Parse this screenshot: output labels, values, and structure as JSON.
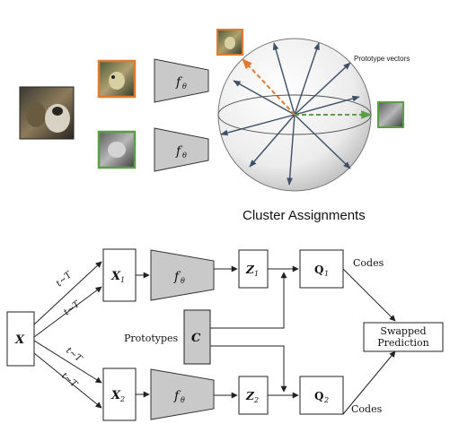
{
  "top": {
    "prototype_label": "Prototype vectors",
    "cluster_title": "Cluster Assignments",
    "encoder_label_top": "f",
    "encoder_sub_top": "θ",
    "encoder_label_bottom": "f",
    "encoder_sub_bottom": "θ"
  },
  "bottom": {
    "x_label": "X",
    "x1_label": "X",
    "x1_sub": "1",
    "x2_label": "X",
    "x2_sub": "2",
    "f_top": "f",
    "f_top_sub": "θ",
    "f_bottom": "f",
    "f_bottom_sub": "θ",
    "z1_label": "Z",
    "z1_sub": "1",
    "z2_label": "Z",
    "z2_sub": "2",
    "q1_label": "Q",
    "q1_sub": "1",
    "q2_label": "Q",
    "q2_sub": "2",
    "c_label": "C",
    "prototypes_label": "Prototypes",
    "codes_top": "Codes",
    "codes_bottom": "Codes",
    "swapped_line1": "Swapped",
    "swapped_line2": "Prediction",
    "aug_label": "t~T"
  },
  "colors": {
    "orange": "#e07a2e",
    "green": "#5a9e4a",
    "sphere_arrow": "#3d5068",
    "box_fill": "#c9c9c9"
  }
}
